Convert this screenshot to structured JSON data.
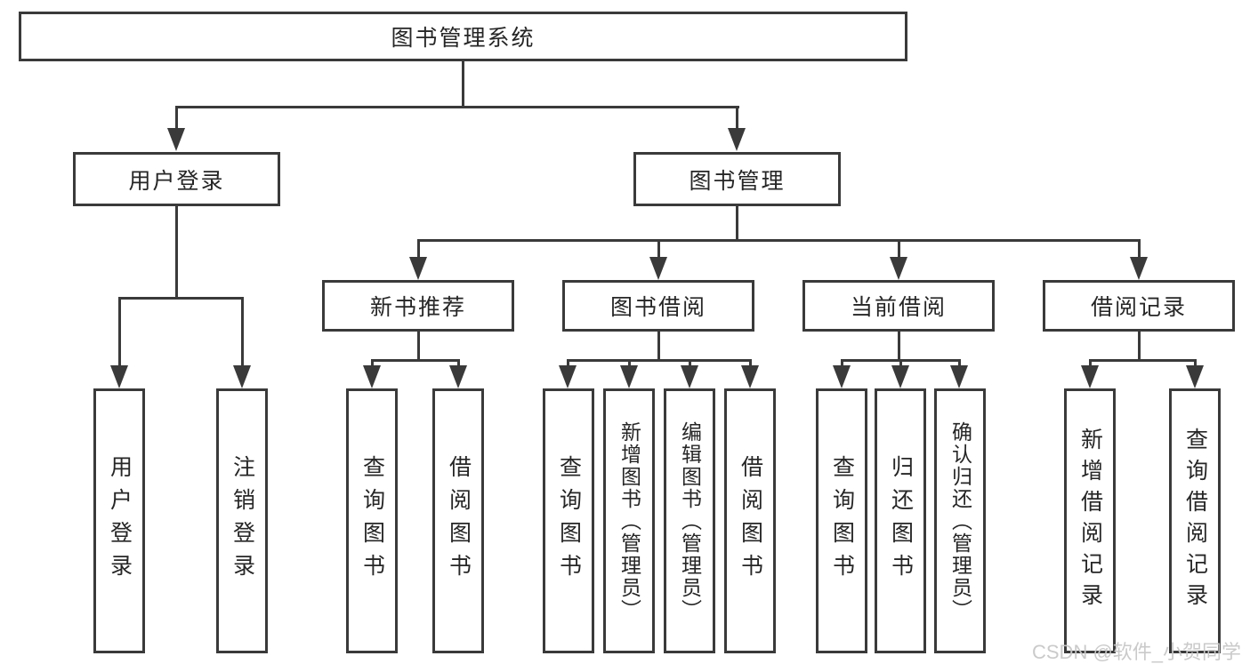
{
  "diagram_title": "图书管理系统",
  "nodes": {
    "root": {
      "label": "图书管理系统"
    },
    "branches": [
      {
        "label": "用户登录",
        "children": [
          {
            "label": "用户登录"
          },
          {
            "label": "注销登录"
          }
        ]
      },
      {
        "label": "图书管理",
        "children": [
          {
            "label": "新书推荐",
            "children": [
              {
                "label": "查询图书"
              },
              {
                "label": "借阅图书"
              }
            ]
          },
          {
            "label": "图书借阅",
            "children": [
              {
                "label": "查询图书"
              },
              {
                "label": "新增图书（管理员）"
              },
              {
                "label": "编辑图书（管理员）"
              },
              {
                "label": "借阅图书"
              }
            ]
          },
          {
            "label": "当前借阅",
            "children": [
              {
                "label": "查询图书"
              },
              {
                "label": "归还图书"
              },
              {
                "label": "确认归还（管理员）"
              }
            ]
          },
          {
            "label": "借阅记录",
            "children": [
              {
                "label": "新增借阅记录"
              },
              {
                "label": "查询借阅记录"
              }
            ]
          }
        ]
      }
    ]
  },
  "watermark": {
    "text": "CSDN @软件_小贺同学"
  },
  "colors": {
    "line": "#3a3a3a",
    "text": "#262626",
    "background": "#ffffff",
    "watermark": "#c8c8c8"
  }
}
